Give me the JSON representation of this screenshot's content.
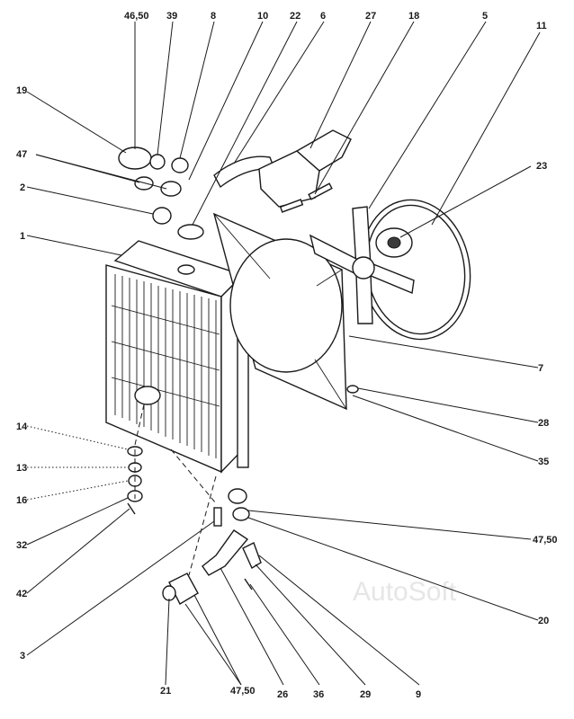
{
  "watermark": "AutoSoft",
  "callouts": {
    "c_46_50": "46,50",
    "c_39": "39",
    "c_8": "8",
    "c_10": "10",
    "c_22": "22",
    "c_6": "6",
    "c_27": "27",
    "c_18": "18",
    "c_5": "5",
    "c_11": "11",
    "c_19": "19",
    "c_47_top": "47",
    "c_23": "23",
    "c_2": "2",
    "c_1": "1",
    "c_7": "7",
    "c_28": "28",
    "c_14": "14",
    "c_35": "35",
    "c_13": "13",
    "c_16": "16",
    "c_47_50_right": "47,50",
    "c_32": "32",
    "c_42": "42",
    "c_20": "20",
    "c_3": "3",
    "c_21": "21",
    "c_47_50_bottom": "47,50",
    "c_26": "26",
    "c_36": "36",
    "c_29": "29",
    "c_9": "9"
  }
}
